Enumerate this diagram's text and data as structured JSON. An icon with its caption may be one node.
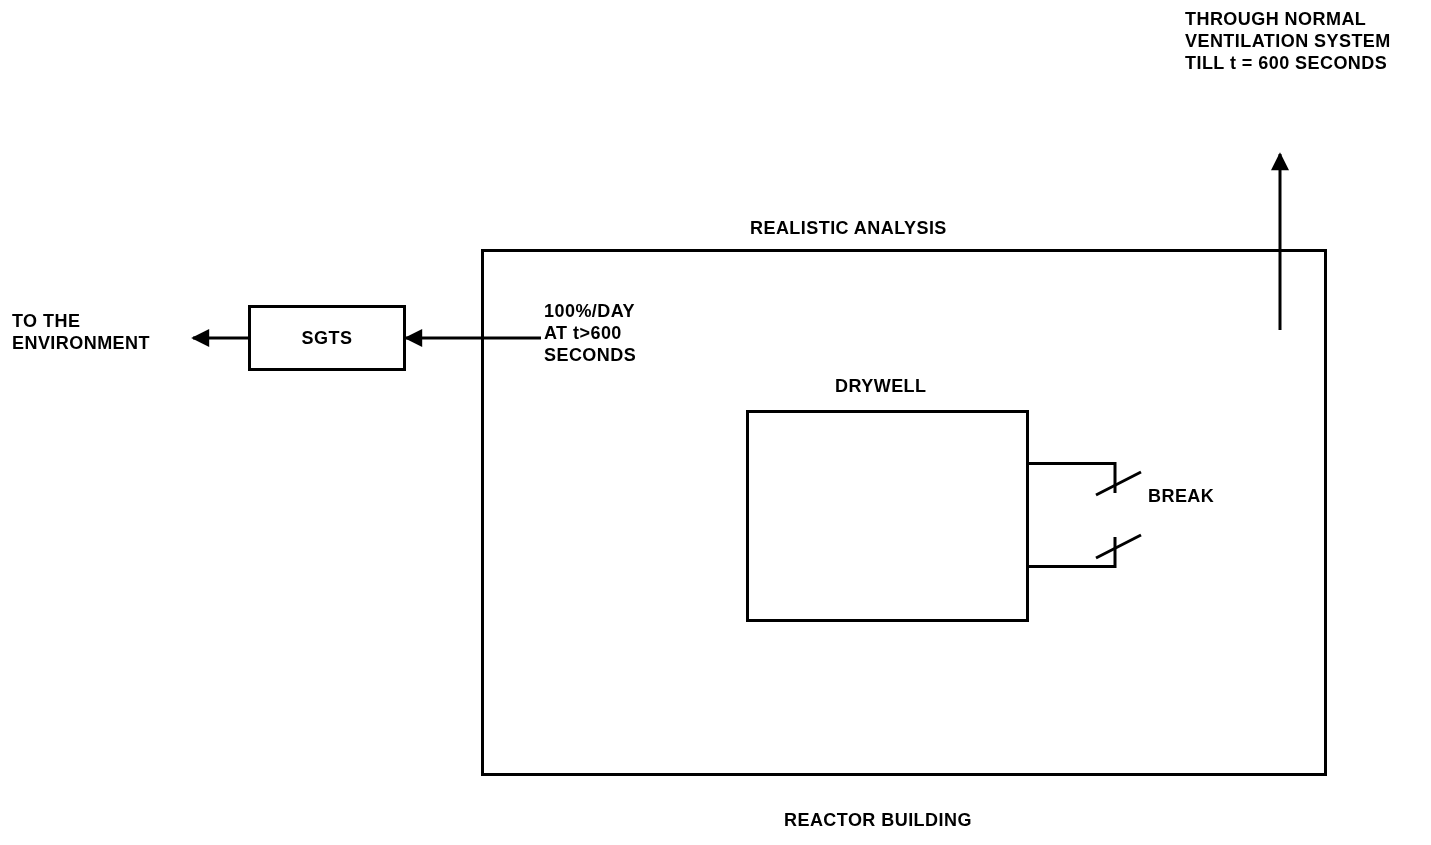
{
  "diagram": {
    "title": "REALISTIC ANALYSIS",
    "nodes": [
      {
        "text": [
          "REACTOR BUILDING"
        ]
      },
      {
        "text": [
          "DRYWELL"
        ],
        "in": 0
      },
      {
        "text": [],
        "shape": "box",
        "in": 0,
        "beside": [
          "BREAK"
        ]
      },
      {
        "text": [
          "SGTS"
        ]
      },
      {
        "text": [
          "TO THE ENVIRONMENT"
        ]
      },
      {
        "text": [
          "THROUGH NORMAL VENTILATION SYSTEM TILL t = 600 SECONDS"
        ]
      },
      {
        "text": [
          "100%/DAY AT t>600 SECONDS"
        ],
        "in": 0
      }
    ],
    "edges": [
      {
        "from": 6,
        "to": 3,
        "arrow": "to"
      },
      {
        "from": 3,
        "to": 4,
        "arrow": "to"
      },
      {
        "from": 0,
        "to": 5,
        "arrow": "to"
      }
    ]
  }
}
